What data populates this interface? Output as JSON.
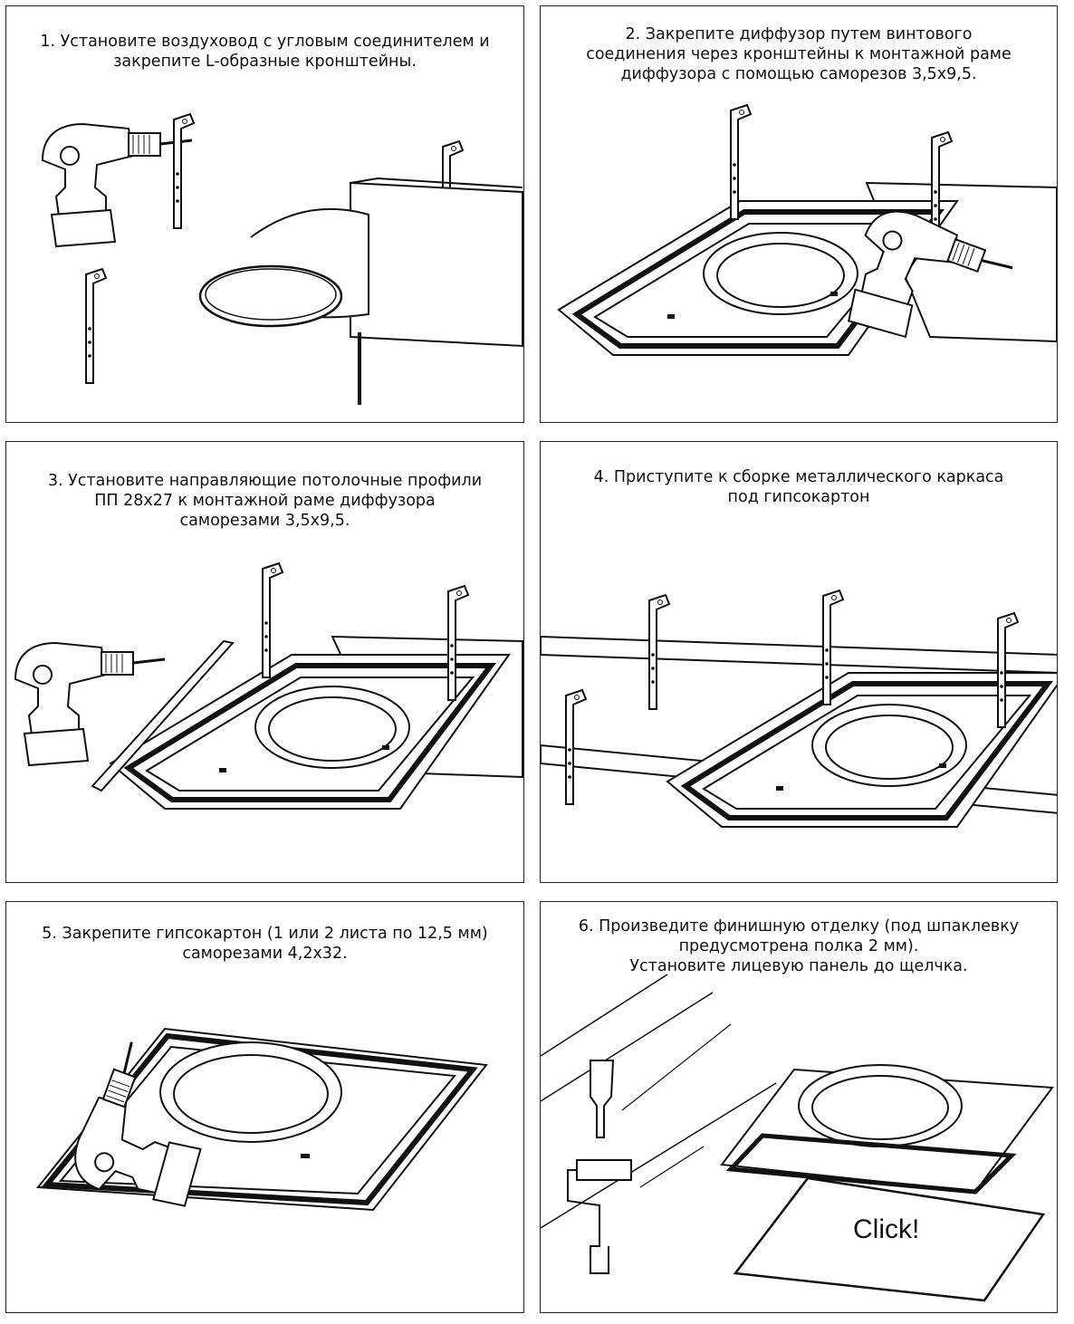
{
  "steps": [
    {
      "lines": [
        "1. Установите воздуховод с угловым соединителем и",
        "закрепите L-образные кронштейны."
      ]
    },
    {
      "lines": [
        "2. Закрепите диффузор путем винтового",
        "соединения через кронштейны к монтажной раме",
        "диффузора с помощью саморезов 3,5х9,5."
      ]
    },
    {
      "lines": [
        "3. Установите направляющие потолочные профили",
        "ПП 28х27 к монтажной раме диффузора",
        "саморезами 3,5х9,5."
      ]
    },
    {
      "lines": [
        "4. Приступите к сборке металлического каркаса",
        "под гипсокартон"
      ]
    },
    {
      "lines": [
        "5. Закрепите гипсокартон (1 или 2 листа по 12,5 мм)",
        "саморезами 4,2х32."
      ]
    },
    {
      "lines": [
        "6. Произведите финишную отделку (под шпаклевку",
        "предусмотрена полка 2 мм).",
        "Установите лицевую панель до щелчка."
      ]
    }
  ],
  "click_label": "Click!"
}
